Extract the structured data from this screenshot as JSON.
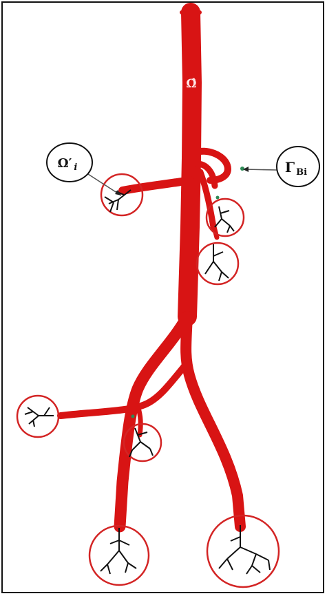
{
  "labels": {
    "omega_hat": "Ω̂",
    "omega_prime": "Ω′",
    "omega_prime_sub": "i",
    "gamma_b": "Γ",
    "gamma_b_sub": "Bi"
  },
  "colors": {
    "vessel": "#d81414",
    "vessel_dark": "#b30d0d",
    "circle": "#d32424",
    "tree": "#111111",
    "callout_border": "#111111",
    "marker": "#2e8b57",
    "omega_hat_text": "#ffe9e9"
  },
  "icons": {
    "terminal_tree": "fractal-tree-icon",
    "interface_marker": "green-dot-icon"
  }
}
